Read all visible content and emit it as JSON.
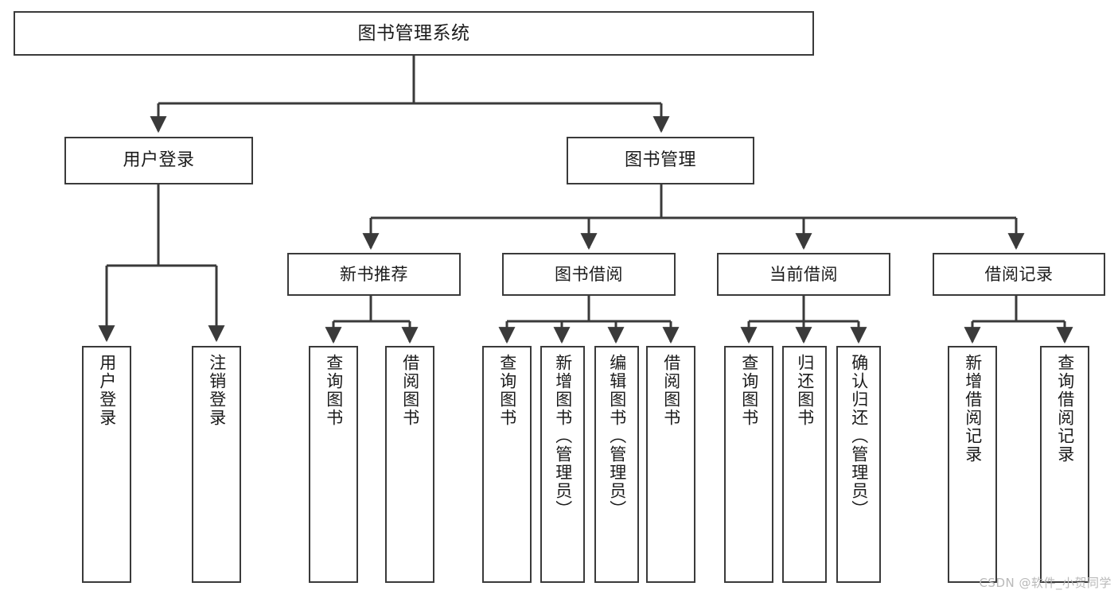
{
  "diagram": {
    "title": "图书管理系统",
    "watermark": "CSDN @软件_小贺同学",
    "stroke_color": "#3a3a3a",
    "text_color": "#1b1b1b",
    "background_color": "#ffffff",
    "nodes": {
      "root": "图书管理系统",
      "level2": {
        "user_login": "用户登录",
        "book_manage": "图书管理"
      },
      "level3": {
        "new_book_recommend": "新书推荐",
        "book_borrow": "图书借阅",
        "current_borrow": "当前借阅",
        "borrow_record": "借阅记录"
      },
      "leaves": {
        "user_login_1": "用户登录",
        "user_login_2": "注销登录",
        "recommend_1": "查询图书",
        "recommend_2": "借阅图书",
        "borrow_1": "查询图书",
        "borrow_2": "新增图书（管理员）",
        "borrow_3": "编辑图书（管理员）",
        "borrow_4": "借阅图书",
        "current_1": "查询图书",
        "current_2": "归还图书",
        "current_3": "确认归还（管理员）",
        "record_1": "新增借阅记录",
        "record_2": "查询借阅记录"
      }
    }
  }
}
